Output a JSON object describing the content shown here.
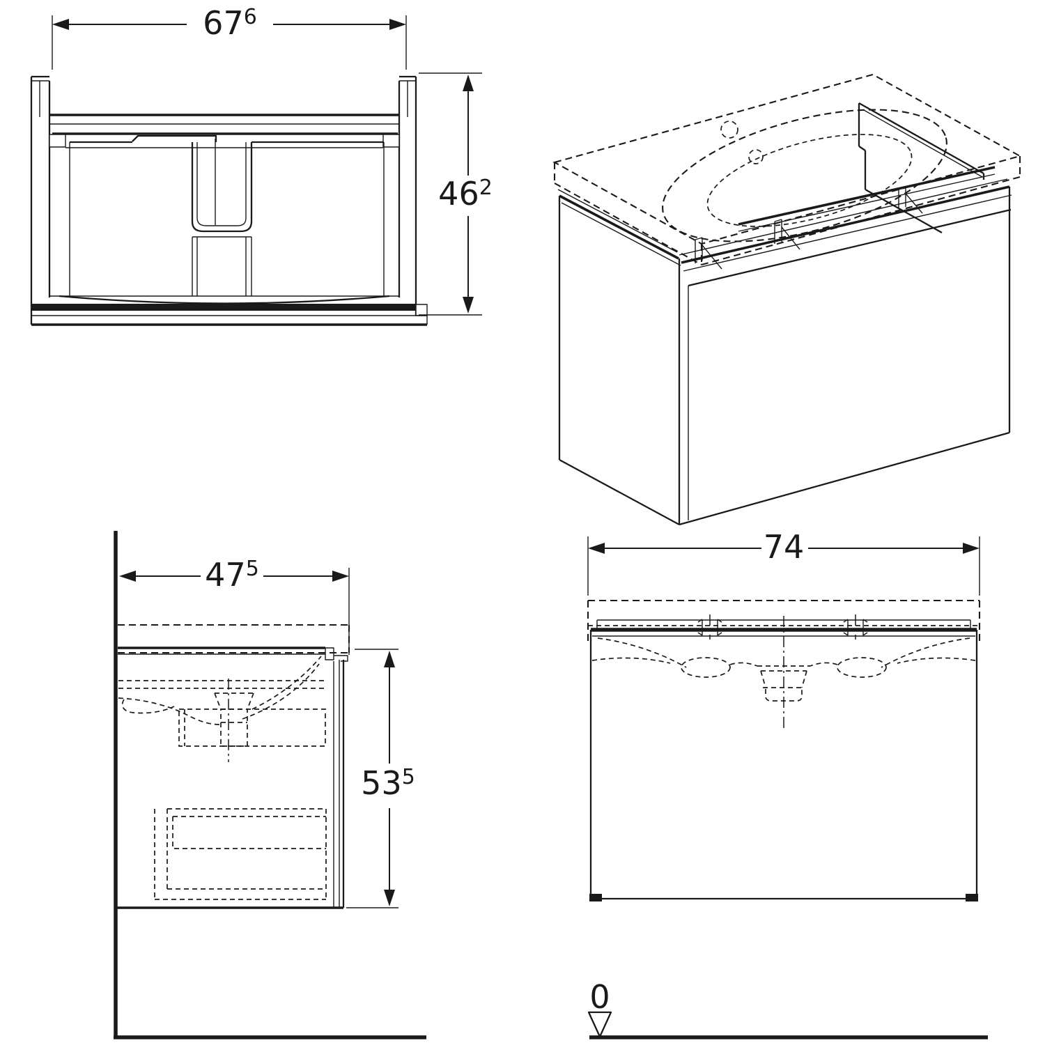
{
  "canvas": {
    "background": "#ffffff",
    "line_color": "#1a1a1a",
    "content": "four-view technical drawing of a wall-hung washbasin vanity cabinet with drawer"
  },
  "views": {
    "front": {
      "dim_width": {
        "value": "67",
        "sup": "6"
      },
      "dim_height": {
        "value": "46",
        "sup": "2"
      }
    },
    "iso": {},
    "side": {
      "dim_depth": {
        "value": "47",
        "sup": "5"
      },
      "dim_height": {
        "value": "53",
        "sup": "5"
      }
    },
    "rear": {
      "dim_width": {
        "value": "74",
        "sup": ""
      },
      "datum_label": "0"
    }
  }
}
